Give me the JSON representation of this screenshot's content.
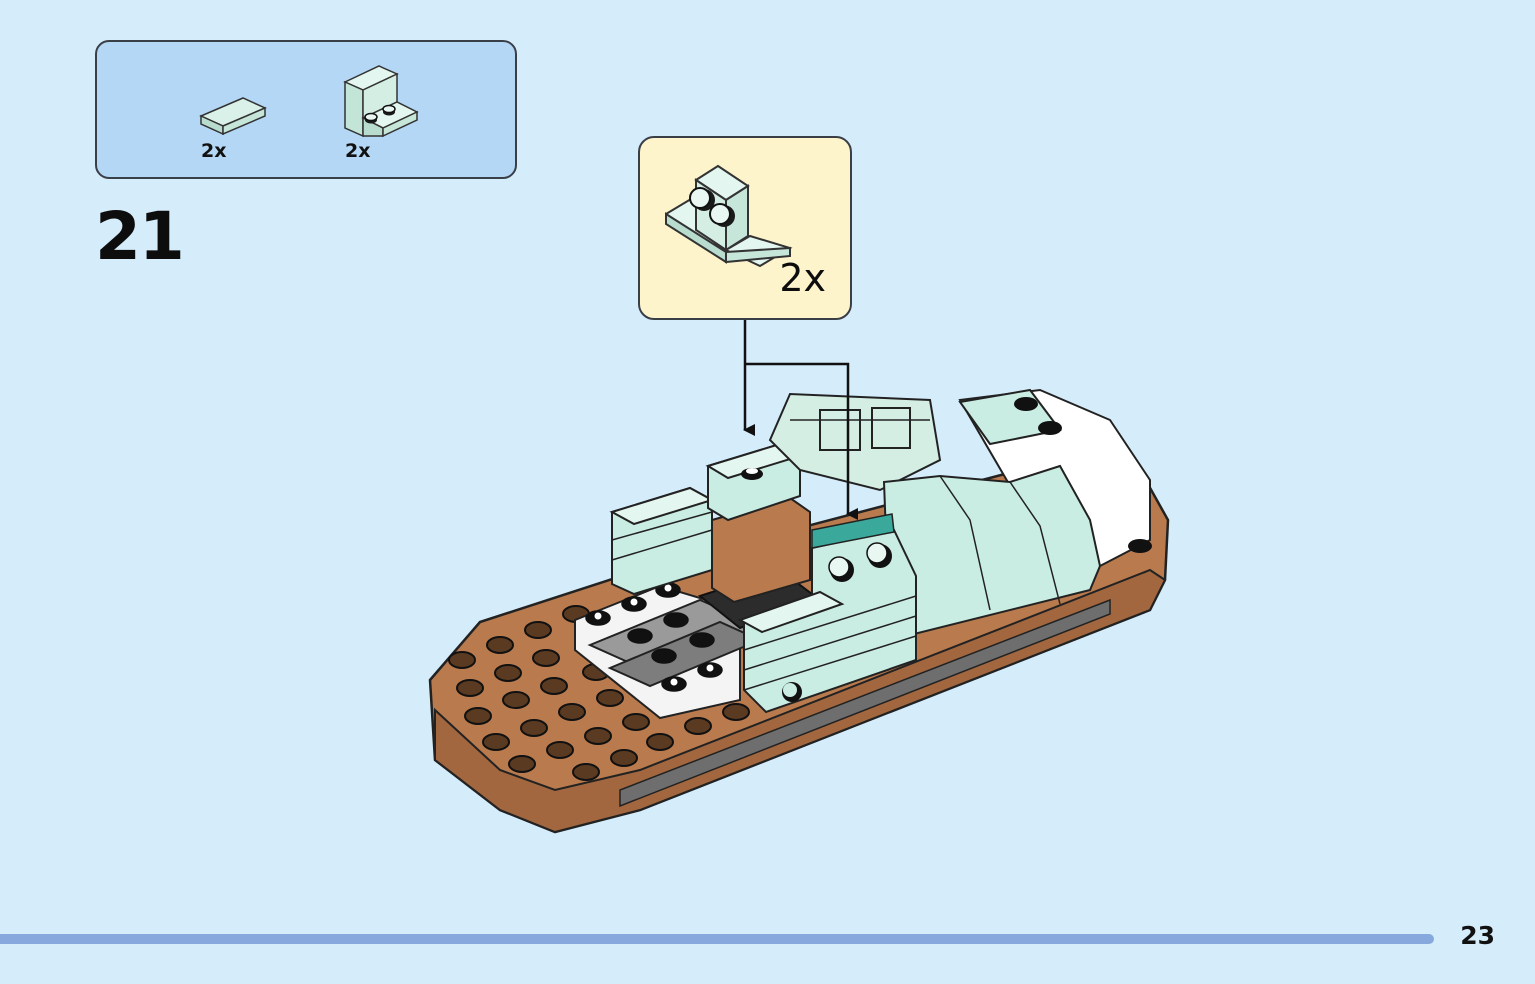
{
  "parts_list": {
    "items": [
      {
        "icon": "tile-1x2-light-aqua-icon",
        "quantity": "2x"
      },
      {
        "icon": "bracket-1x2-2x2-light-aqua-icon",
        "quantity": "2x"
      }
    ]
  },
  "step": {
    "number": "21"
  },
  "callout": {
    "icon": "bracket-1x2-2x2-light-aqua-icon",
    "quantity": "2x"
  },
  "page": {
    "number": "23"
  },
  "colors": {
    "background": "#d5ecfb",
    "parts_box": "#b3d7f5",
    "callout_box": "#fdf4cc",
    "light_aqua": "#c9ece3",
    "brown": "#b97a4e",
    "footer_bar": "#86a8dd"
  }
}
